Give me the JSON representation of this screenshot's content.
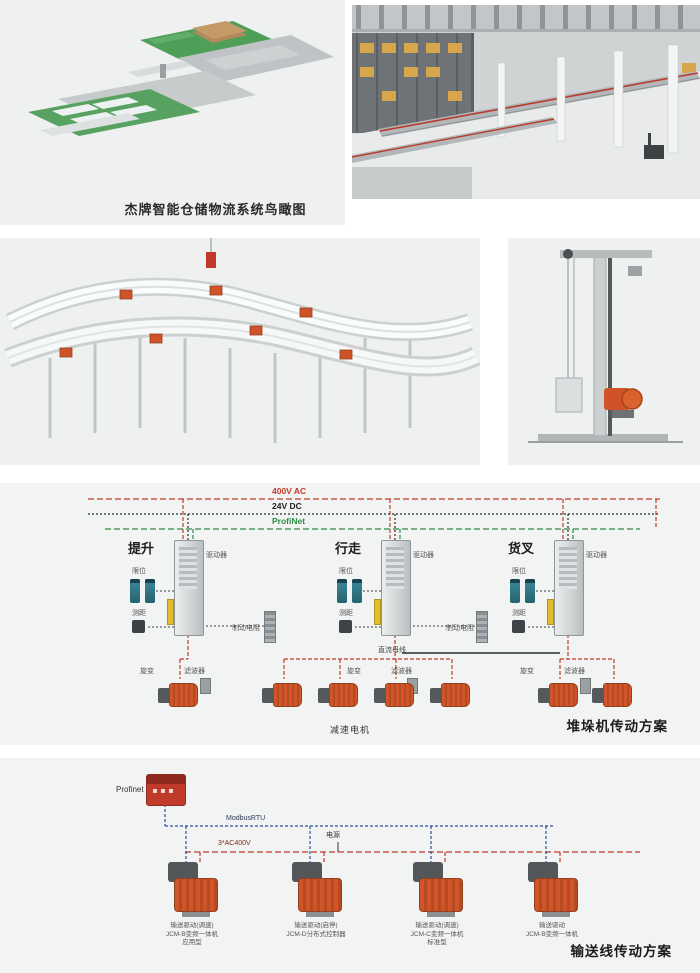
{
  "photos": {
    "birdseye_caption": "杰牌智能仓储物流系统鸟瞰图"
  },
  "stacker_diagram": {
    "title": "堆垛机传动方案",
    "bus": {
      "ac": "400V AC",
      "dc": "24V DC",
      "net": "ProfiNet"
    },
    "groups": [
      {
        "name": "提升",
        "drive": "驱动器",
        "limit": "限位",
        "range": "测距",
        "resolver": "旋变",
        "filter": "滤波器"
      },
      {
        "name": "行走",
        "drive": "驱动器",
        "limit": "限位",
        "range": "测距",
        "resolver": "旋变",
        "filter": "滤波器"
      },
      {
        "name": "货叉",
        "drive": "驱动器",
        "limit": "限位",
        "range": "测距",
        "resolver": "旋变",
        "filter": "滤波器"
      }
    ],
    "brake_resistor": "制动电阻",
    "dc_bus": "直流母线",
    "motor_caption": "减速电机"
  },
  "conveyor_diagram": {
    "title": "输送线传动方案",
    "profinet": "Profinet",
    "modbus": "ModbusRTU",
    "power": "电源",
    "ac": "3*AC400V",
    "drives": [
      {
        "l1": "输送驱动(调速)",
        "l2": "JCM-B变频一体机",
        "l3": "应用型"
      },
      {
        "l1": "输送驱动(启停)",
        "l2": "JCM-D分布式控制器",
        "l3": ""
      },
      {
        "l1": "输送驱动(调速)",
        "l2": "JCM-C变频一体机",
        "l3": "标准型"
      },
      {
        "l1": "输送驱动",
        "l2": "JCM-B变频一体机",
        "l3": ""
      }
    ]
  },
  "colors": {
    "accent_red": "#c23a2b",
    "profinet_green": "#2e8b46",
    "modbus_blue": "#2f4f9e",
    "motor_orange": "#cf5327"
  }
}
